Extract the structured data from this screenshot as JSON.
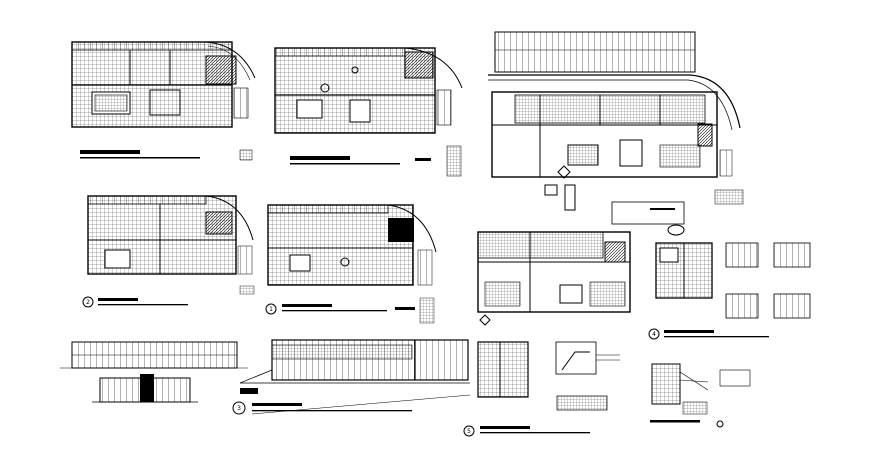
{
  "drawing": {
    "type": "architectural CAD sheet",
    "line_color": "#000000",
    "background": "#ffffff",
    "view_markers": [
      "1",
      "2",
      "3",
      "4",
      "5"
    ],
    "views": [
      {
        "kind": "floor-plan",
        "marker": "2"
      },
      {
        "kind": "floor-plan",
        "marker": ""
      },
      {
        "kind": "floor-plan",
        "marker": ""
      },
      {
        "kind": "floor-plan",
        "marker": "2"
      },
      {
        "kind": "floor-plan",
        "marker": "1"
      },
      {
        "kind": "floor-plan",
        "marker": ""
      },
      {
        "kind": "floor-plan",
        "marker": "4"
      },
      {
        "kind": "elevation",
        "marker": ""
      },
      {
        "kind": "elevation",
        "marker": "3"
      },
      {
        "kind": "detail",
        "marker": "5"
      },
      {
        "kind": "detail",
        "marker": ""
      }
    ]
  }
}
